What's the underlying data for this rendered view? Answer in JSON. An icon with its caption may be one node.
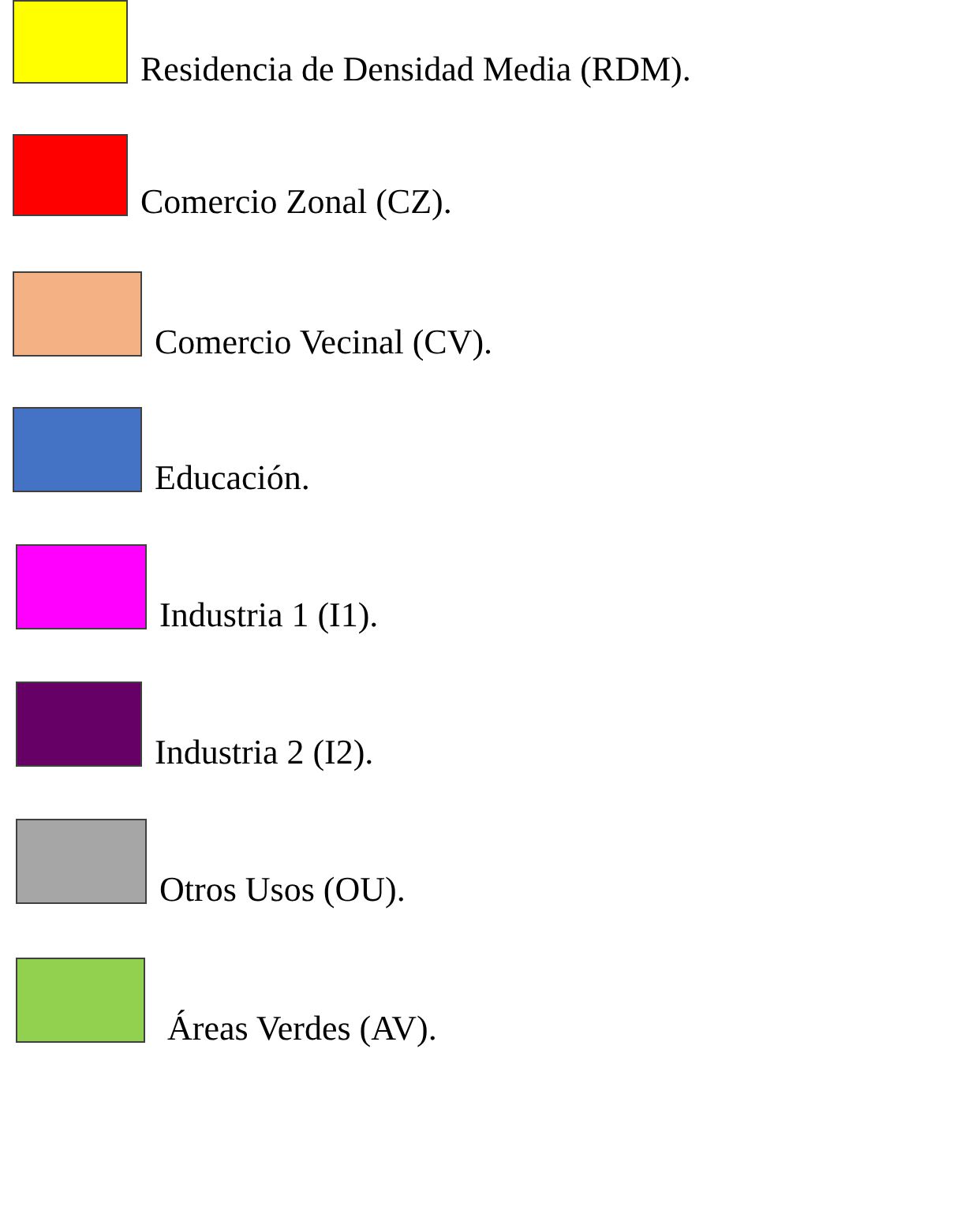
{
  "diagram": {
    "legend": [
      {
        "text": "Residencia de Densidad Media (RDM).",
        "color": "#ffff00"
      },
      {
        "text": "Comercio Zonal (CZ).",
        "color": "#ff0000"
      },
      {
        "text": "Comercio Vecinal (CV).",
        "color": "#f4b183"
      },
      {
        "text": "Educación.",
        "color": "#4472c4"
      },
      {
        "text": "Industria 1 (I1).",
        "color": "#ff00ff"
      },
      {
        "text": "Industria 2 (I2).",
        "color": "#660066"
      },
      {
        "text": "Otros Usos (OU).",
        "color": "#a6a6a6"
      },
      {
        "text": "Áreas Verdes (AV).",
        "color": "#92d050"
      }
    ]
  }
}
